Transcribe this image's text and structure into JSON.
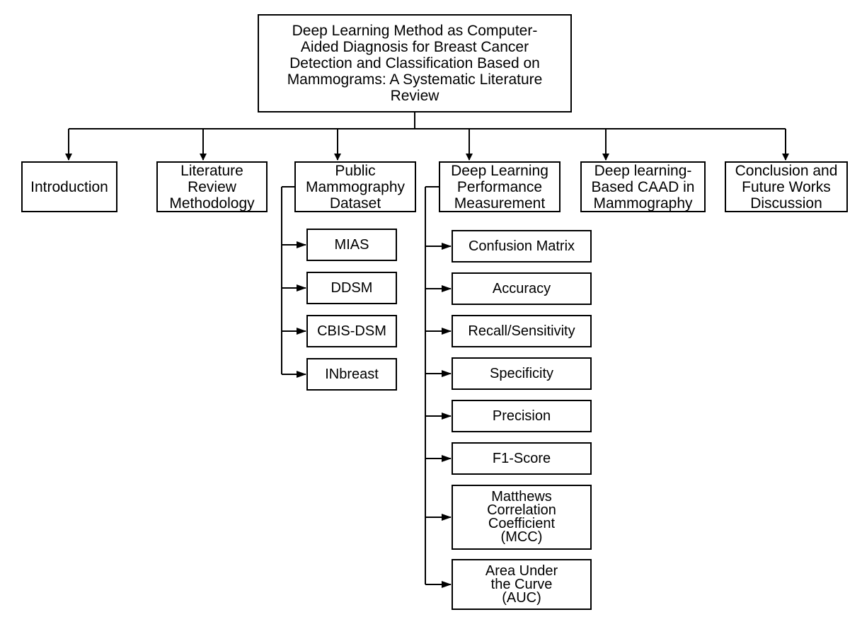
{
  "root": {
    "title": "Deep Learning Method as Computer-\nAided Diagnosis for Breast Cancer\nDetection and Classification Based on\nMammograms: A Systematic Literature\nReview"
  },
  "sections": [
    {
      "label": "Introduction"
    },
    {
      "label": "Literature\nReview\nMethodology"
    },
    {
      "label": "Public\nMammography\nDataset",
      "children": [
        "MIAS",
        "DDSM",
        "CBIS-DSM",
        "INbreast"
      ]
    },
    {
      "label": "Deep Learning\nPerformance\nMeasurement",
      "children": [
        "Confusion Matrix",
        "Accuracy",
        "Recall/Sensitivity",
        "Specificity",
        "Precision",
        "F1-Score",
        "Matthews\nCorrelation\nCoefficient\n(MCC)",
        "Area Under\nthe Curve\n(AUC)"
      ]
    },
    {
      "label": "Deep learning-\nBased CAAD in\nMammography"
    },
    {
      "label": "Conclusion and\nFuture Works\nDiscussion"
    }
  ]
}
